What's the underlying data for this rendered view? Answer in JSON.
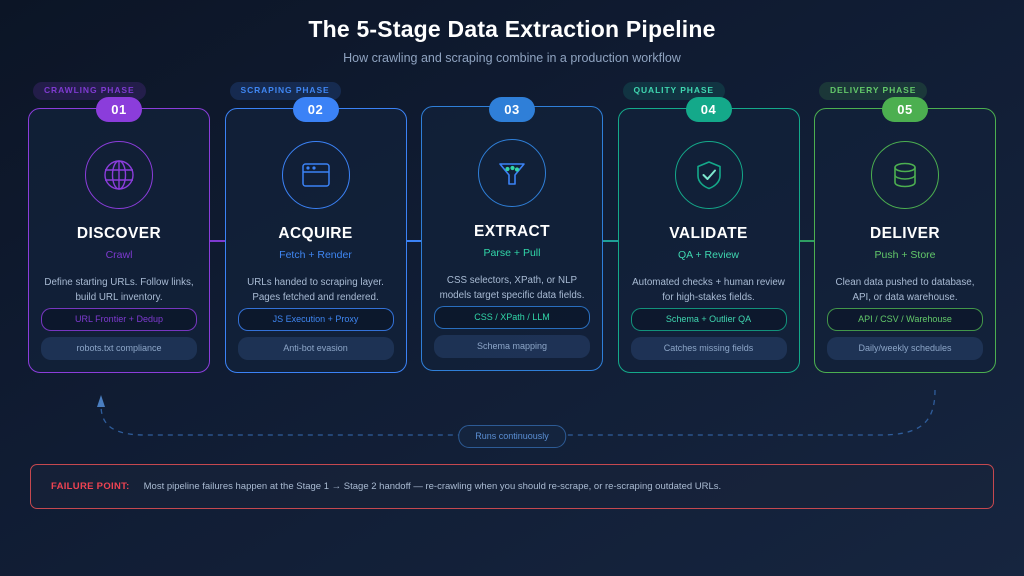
{
  "header": {
    "title": "The 5-Stage Data Extraction Pipeline",
    "subtitle": "How crawling and scraping combine in a production workflow"
  },
  "colors": {
    "background_top": "#0c1526",
    "background_bottom": "#16253f",
    "purple": "#8b3ddb",
    "blue": "#3b82f6",
    "cyan_blue": "#2a77d6",
    "teal": "#14a98a",
    "green": "#4caf50",
    "danger": "#ef4352",
    "body_text": "#a9bbd4"
  },
  "stages": [
    {
      "number": "01",
      "phase": "CRAWLING PHASE",
      "name": "DISCOVER",
      "subtitle": "Crawl",
      "description": "Define starting URLs. Follow links, build URL inventory.",
      "chip_primary": "URL Frontier + Dedup",
      "chip_secondary": "robots.txt compliance",
      "icon": "globe-icon",
      "accent": "#8b3ddb",
      "accent_soft": "#7e3ad0"
    },
    {
      "number": "02",
      "phase": "SCRAPING PHASE",
      "name": "ACQUIRE",
      "subtitle": "Fetch + Render",
      "description": "URLs handed to scraping layer. Pages fetched and rendered.",
      "chip_primary": "JS Execution + Proxy",
      "chip_secondary": "Anti-bot evasion",
      "icon": "browser-window-icon",
      "accent": "#3b82f6",
      "accent_soft": "#3f86f2"
    },
    {
      "number": "03",
      "phase": "",
      "name": "EXTRACT",
      "subtitle": "Parse + Pull",
      "description": "CSS selectors, XPath, or NLP models target specific data fields.",
      "chip_primary": "CSS / XPath / LLM",
      "chip_secondary": "Schema mapping",
      "icon": "funnel-icon",
      "accent": "#2f7fd8",
      "accent_soft": "#31d6a8"
    },
    {
      "number": "04",
      "phase": "QUALITY PHASE",
      "name": "VALIDATE",
      "subtitle": "QA + Review",
      "description": "Automated checks + human review for high-stakes fields.",
      "chip_primary": "Schema + Outlier QA",
      "chip_secondary": "Catches missing fields",
      "icon": "shield-check-icon",
      "accent": "#14a98a",
      "accent_soft": "#3fd6b0"
    },
    {
      "number": "05",
      "phase": "DELIVERY PHASE",
      "name": "DELIVER",
      "subtitle": "Push + Store",
      "description": "Clean data pushed to database, API, or data warehouse.",
      "chip_primary": "API / CSV / Warehouse",
      "chip_secondary": "Daily/weekly schedules",
      "icon": "database-icon",
      "accent": "#4caf50",
      "accent_soft": "#63c96a"
    }
  ],
  "loop": {
    "label": "Runs continuously"
  },
  "banner": {
    "label": "FAILURE POINT:",
    "text": "Most pipeline failures happen at the Stage 1 → Stage 2 handoff — re-crawling when you should re-scrape, or re-scraping outdated URLs."
  }
}
